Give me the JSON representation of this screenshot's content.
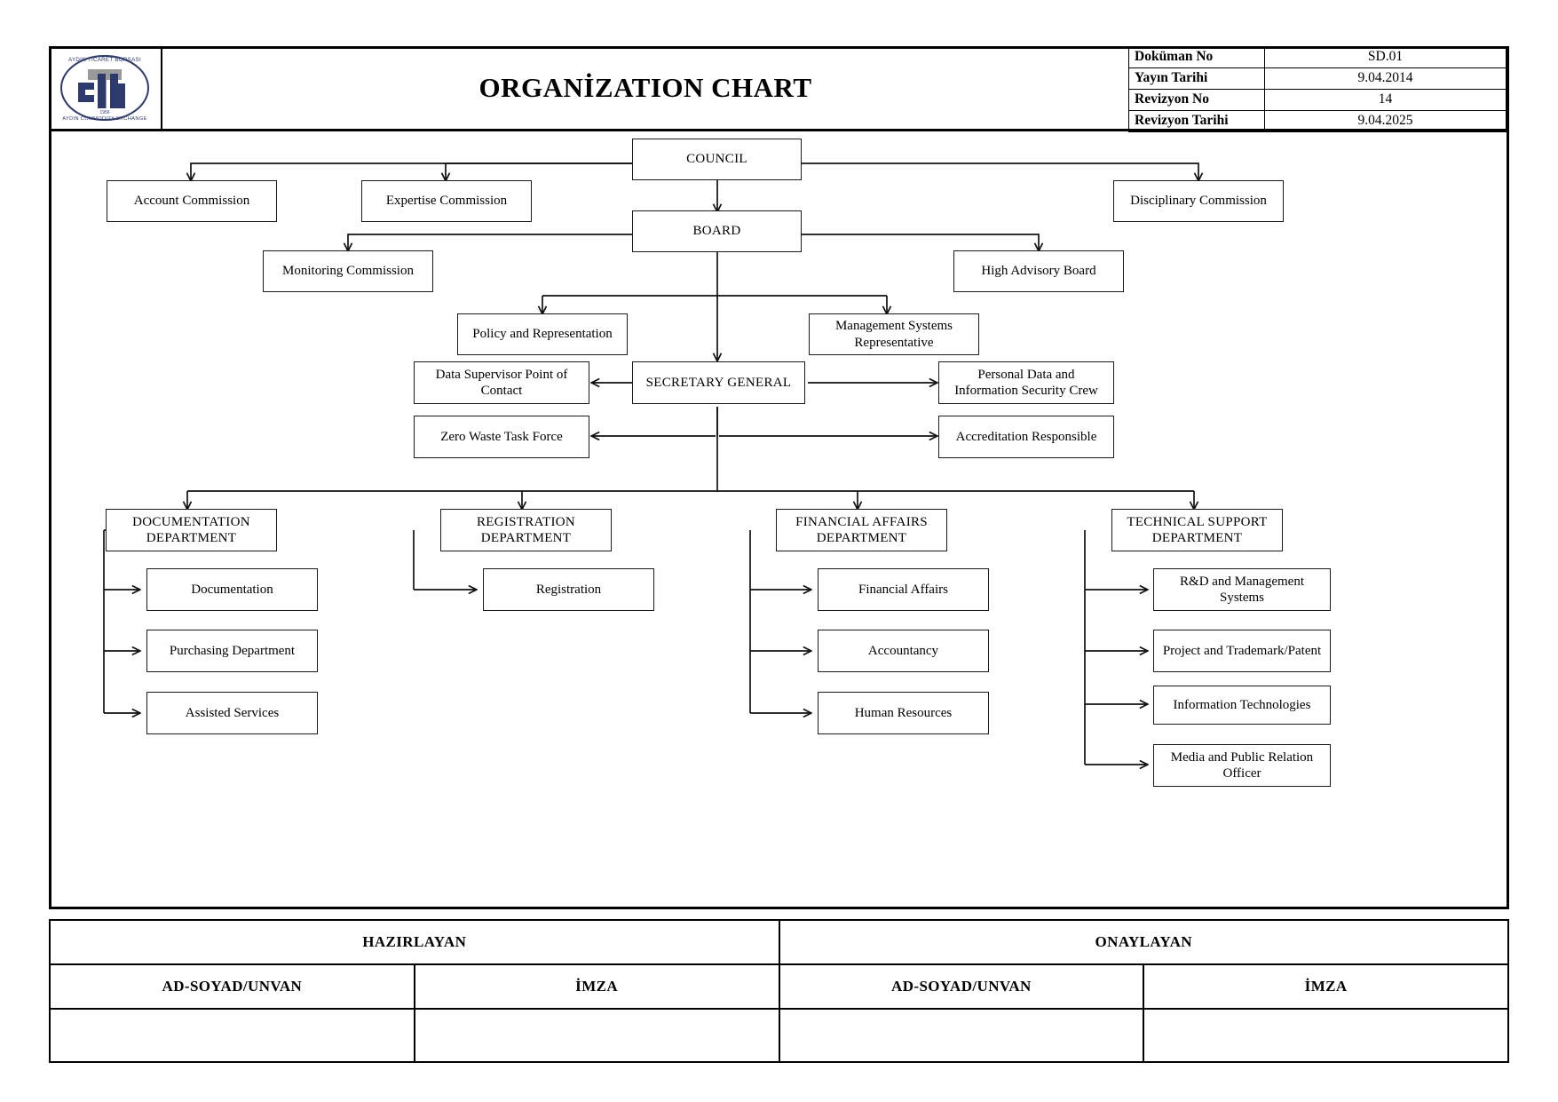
{
  "document": {
    "title": "ORGANİZATION CHART",
    "logo": {
      "top_text": "AYDIN TİCARET BORSASI",
      "monogram": "atb",
      "year": "1956",
      "bottom_text": "AYDIN COMMODITY EXCHANGE"
    },
    "meta": [
      {
        "key": "Doküman No",
        "value": "SD.01"
      },
      {
        "key": "Yayın Tarihi",
        "value": "9.04.2014"
      },
      {
        "key": "Revizyon No",
        "value": "14"
      },
      {
        "key": "Revizyon Tarihi",
        "value": "9.04.2025"
      }
    ]
  },
  "chart_data": {
    "type": "diagram",
    "title": "ORGANİZATION CHART",
    "nodes": [
      {
        "id": "council",
        "label": "COUNCIL",
        "level": 0
      },
      {
        "id": "account_commission",
        "label": "Account Commission",
        "level": 1
      },
      {
        "id": "expertise_commission",
        "label": "Expertise Commission",
        "level": 1
      },
      {
        "id": "disciplinary_commission",
        "label": "Disciplinary Commission",
        "level": 1
      },
      {
        "id": "board",
        "label": "BOARD",
        "level": 1
      },
      {
        "id": "monitoring_commission",
        "label": "Monitoring Commission",
        "level": 2
      },
      {
        "id": "high_advisory_board",
        "label": "High Advisory Board",
        "level": 2
      },
      {
        "id": "policy_representation",
        "label": "Policy and Representation",
        "level": 3
      },
      {
        "id": "management_systems_representative",
        "label": "Management Systems Representative",
        "level": 3
      },
      {
        "id": "secretary_general",
        "label": "SECRETARY GENERAL",
        "level": 3
      },
      {
        "id": "data_supervisor_point_of_contact",
        "label": "Data Supervisor Point of Contact",
        "level": 4
      },
      {
        "id": "personal_data_security_crew",
        "label": "Personal Data and Information Security Crew",
        "level": 4
      },
      {
        "id": "zero_waste_task_force",
        "label": "Zero Waste Task Force",
        "level": 4
      },
      {
        "id": "accreditation_responsible",
        "label": "Accreditation Responsible",
        "level": 4
      },
      {
        "id": "documentation_department",
        "label": "DOCUMENTATION DEPARTMENT",
        "level": 5
      },
      {
        "id": "registration_department",
        "label": "REGISTRATION DEPARTMENT",
        "level": 5
      },
      {
        "id": "financial_affairs_department",
        "label": "FINANCIAL AFFAIRS DEPARTMENT",
        "level": 5
      },
      {
        "id": "technical_support_department",
        "label": "TECHNICAL SUPPORT DEPARTMENT",
        "level": 5
      },
      {
        "id": "documentation",
        "label": "Documentation",
        "level": 6
      },
      {
        "id": "purchasing_department",
        "label": "Purchasing Department",
        "level": 6
      },
      {
        "id": "assisted_services",
        "label": "Assisted Services",
        "level": 6
      },
      {
        "id": "registration",
        "label": "Registration",
        "level": 6
      },
      {
        "id": "financial_affairs",
        "label": "Financial Affairs",
        "level": 6
      },
      {
        "id": "accountancy",
        "label": "Accountancy",
        "level": 6
      },
      {
        "id": "human_resources",
        "label": "Human Resources",
        "level": 6
      },
      {
        "id": "rd_management_systems",
        "label": "R&D and Management Systems",
        "level": 6
      },
      {
        "id": "project_trademark_patent",
        "label": "Project and Trademark/Patent",
        "level": 6
      },
      {
        "id": "information_technologies",
        "label": "Information Technologies",
        "level": 6
      },
      {
        "id": "media_public_relation_officer",
        "label": "Media and Public Relation Officer",
        "level": 6
      }
    ],
    "edges": [
      {
        "from": "council",
        "to": "account_commission"
      },
      {
        "from": "council",
        "to": "expertise_commission"
      },
      {
        "from": "council",
        "to": "disciplinary_commission"
      },
      {
        "from": "council",
        "to": "board"
      },
      {
        "from": "board",
        "to": "monitoring_commission"
      },
      {
        "from": "board",
        "to": "high_advisory_board"
      },
      {
        "from": "board",
        "to": "policy_representation"
      },
      {
        "from": "board",
        "to": "management_systems_representative"
      },
      {
        "from": "board",
        "to": "secretary_general"
      },
      {
        "from": "secretary_general",
        "to": "data_supervisor_point_of_contact"
      },
      {
        "from": "secretary_general",
        "to": "personal_data_security_crew"
      },
      {
        "from": "secretary_general",
        "to": "zero_waste_task_force"
      },
      {
        "from": "secretary_general",
        "to": "accreditation_responsible"
      },
      {
        "from": "secretary_general",
        "to": "documentation_department"
      },
      {
        "from": "secretary_general",
        "to": "registration_department"
      },
      {
        "from": "secretary_general",
        "to": "financial_affairs_department"
      },
      {
        "from": "secretary_general",
        "to": "technical_support_department"
      },
      {
        "from": "documentation_department",
        "to": "documentation"
      },
      {
        "from": "documentation_department",
        "to": "purchasing_department"
      },
      {
        "from": "documentation_department",
        "to": "assisted_services"
      },
      {
        "from": "registration_department",
        "to": "registration"
      },
      {
        "from": "financial_affairs_department",
        "to": "financial_affairs"
      },
      {
        "from": "financial_affairs_department",
        "to": "accountancy"
      },
      {
        "from": "financial_affairs_department",
        "to": "human_resources"
      },
      {
        "from": "technical_support_department",
        "to": "rd_management_systems"
      },
      {
        "from": "technical_support_department",
        "to": "project_trademark_patent"
      },
      {
        "from": "technical_support_department",
        "to": "information_technologies"
      },
      {
        "from": "technical_support_department",
        "to": "media_public_relation_officer"
      }
    ]
  },
  "footer": {
    "prepared_by": "HAZIRLAYAN",
    "approved_by": "ONAYLAYAN",
    "name_title_left": "AD-SOYAD/UNVAN",
    "signature_left": "İMZA",
    "name_title_right": "AD-SOYAD/UNVAN",
    "signature_right": "İMZA"
  },
  "colors": {
    "border": "#000000",
    "text": "#000000",
    "logo_blue": "#2e3a6b",
    "logo_gray": "#9a9a9a",
    "background": "#ffffff"
  }
}
